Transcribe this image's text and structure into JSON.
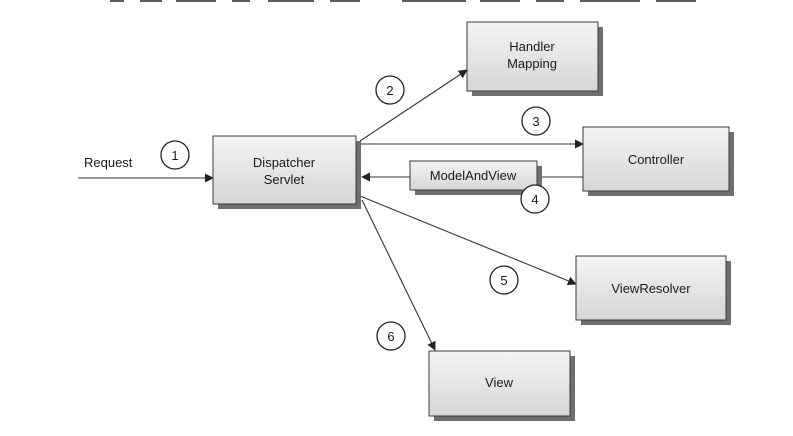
{
  "diagram": {
    "request_label": "Request",
    "nodes": {
      "dispatcher": {
        "line1": "Dispatcher",
        "line2": "Servlet"
      },
      "handler_mapping": {
        "line1": "Handler",
        "line2": "Mapping"
      },
      "controller": {
        "label": "Controller"
      },
      "model_and_view": {
        "label": "ModelAndView"
      },
      "view_resolver": {
        "label": "ViewResolver"
      },
      "view": {
        "label": "View"
      }
    },
    "steps": [
      "1",
      "2",
      "3",
      "4",
      "5",
      "6"
    ]
  }
}
